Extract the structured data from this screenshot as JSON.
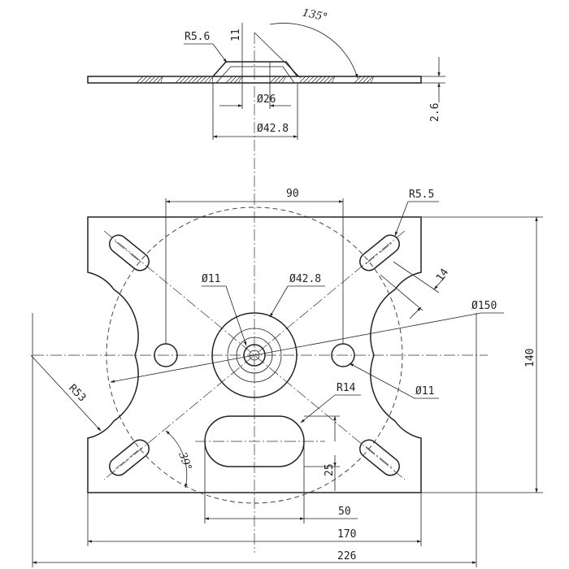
{
  "section": {
    "r_flange": "R5.6",
    "height": "11",
    "angle": "135°",
    "thickness": "2.6",
    "inner_dia": "Ø26",
    "outer_dia": "Ø42.8"
  },
  "plan": {
    "bolt_spacing": "90",
    "slot_radius": "R5.5",
    "slot_width": "14",
    "circle_dia": "Ø150",
    "plate_height": "140",
    "hole_dia_left": "Ø11",
    "hub_dia": "Ø42.8",
    "hole_dia_right": "Ø11",
    "cutout_radius": "R53",
    "slot_end_radius": "R14",
    "slot_angle": "39°",
    "center_slot_height": "25",
    "center_slot_length": "50",
    "plate_width": "170",
    "overall_width": "226"
  }
}
